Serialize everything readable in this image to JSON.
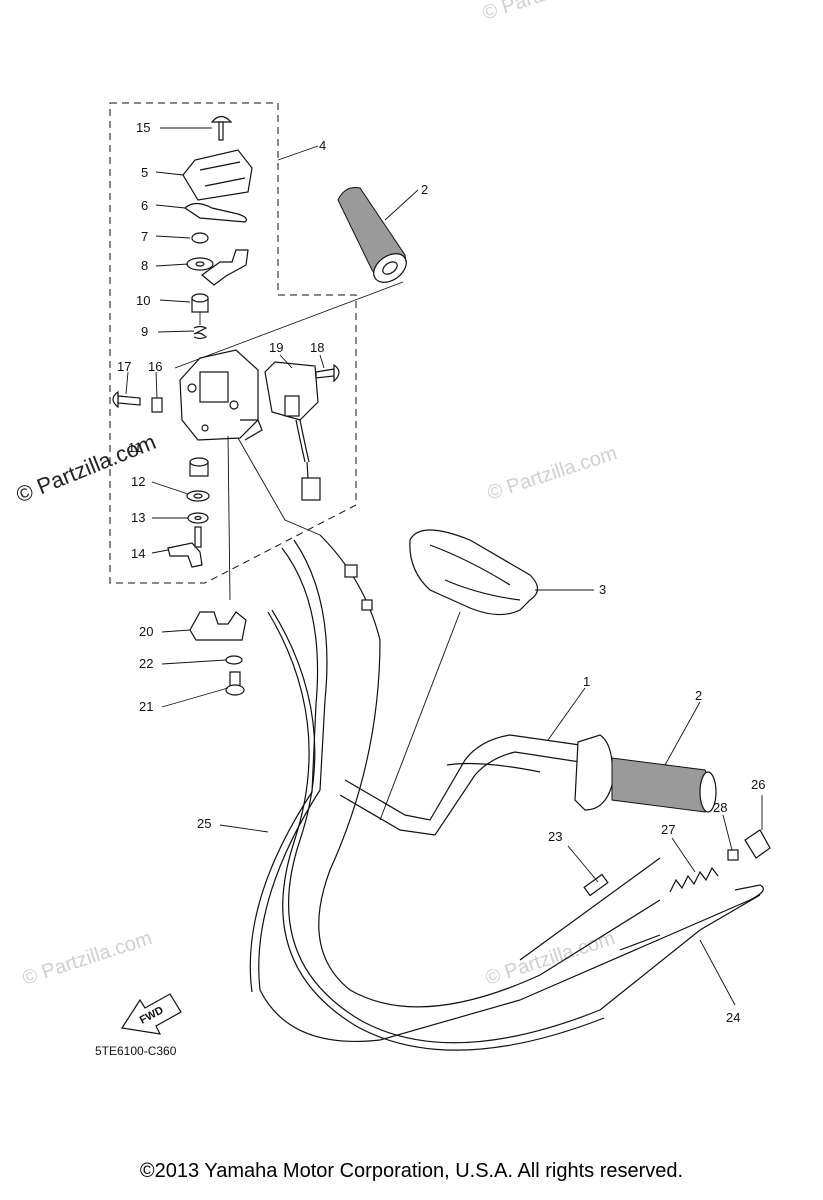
{
  "diagram": {
    "part_labels": [
      "1",
      "2",
      "2",
      "3",
      "4",
      "5",
      "6",
      "7",
      "8",
      "9",
      "10",
      "11",
      "12",
      "13",
      "14",
      "15",
      "16",
      "17",
      "18",
      "19",
      "20",
      "21",
      "22",
      "23",
      "24",
      "25",
      "26",
      "27",
      "28"
    ],
    "diagram_code": "5TE6100-C360",
    "fwd_label": "FWD",
    "watermark_text": "© Partzilla.com",
    "copyright": "©2013 Yamaha Motor Corporation, U.S.A. All rights reserved."
  }
}
